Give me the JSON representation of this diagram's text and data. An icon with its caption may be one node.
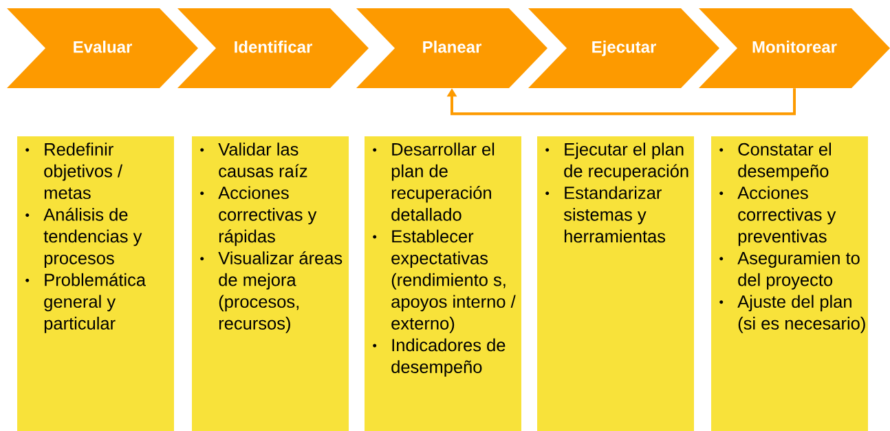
{
  "diagram": {
    "nodes": [
      {
        "text": [
          "Evaluar"
        ]
      },
      {
        "text": [
          "Identificar"
        ]
      },
      {
        "text": [
          "Planear"
        ]
      },
      {
        "text": [
          "Ejecutar"
        ]
      },
      {
        "text": [
          "Monitorear"
        ]
      },
      {
        "text": [
          "Redefinir objetivos / metas",
          "Análisis de tendencias y procesos",
          "Problemática general y particular"
        ]
      },
      {
        "text": [
          "Validar las causas raíz",
          "Acciones correctivas y rápidas",
          "Visualizar áreas de mejora (procesos, recursos)"
        ]
      },
      {
        "text": [
          "Desarrollar el plan de recuperación detallado",
          "Establecer expectativas (rendimiento s, apoyos interno / externo)",
          "Indicadores de desempeño"
        ]
      },
      {
        "text": [
          "Ejecutar el plan de recuperación",
          "Estandarizar sistemas y herramientas"
        ]
      },
      {
        "text": [
          "Constatar el desempeño",
          "Acciones correctivas y preventivas",
          "Aseguramien to del proyecto",
          "Ajuste del plan (si es necesario)"
        ]
      }
    ],
    "edges": [
      {
        "from": 4,
        "to": 2,
        "arrow": "to"
      }
    ]
  }
}
